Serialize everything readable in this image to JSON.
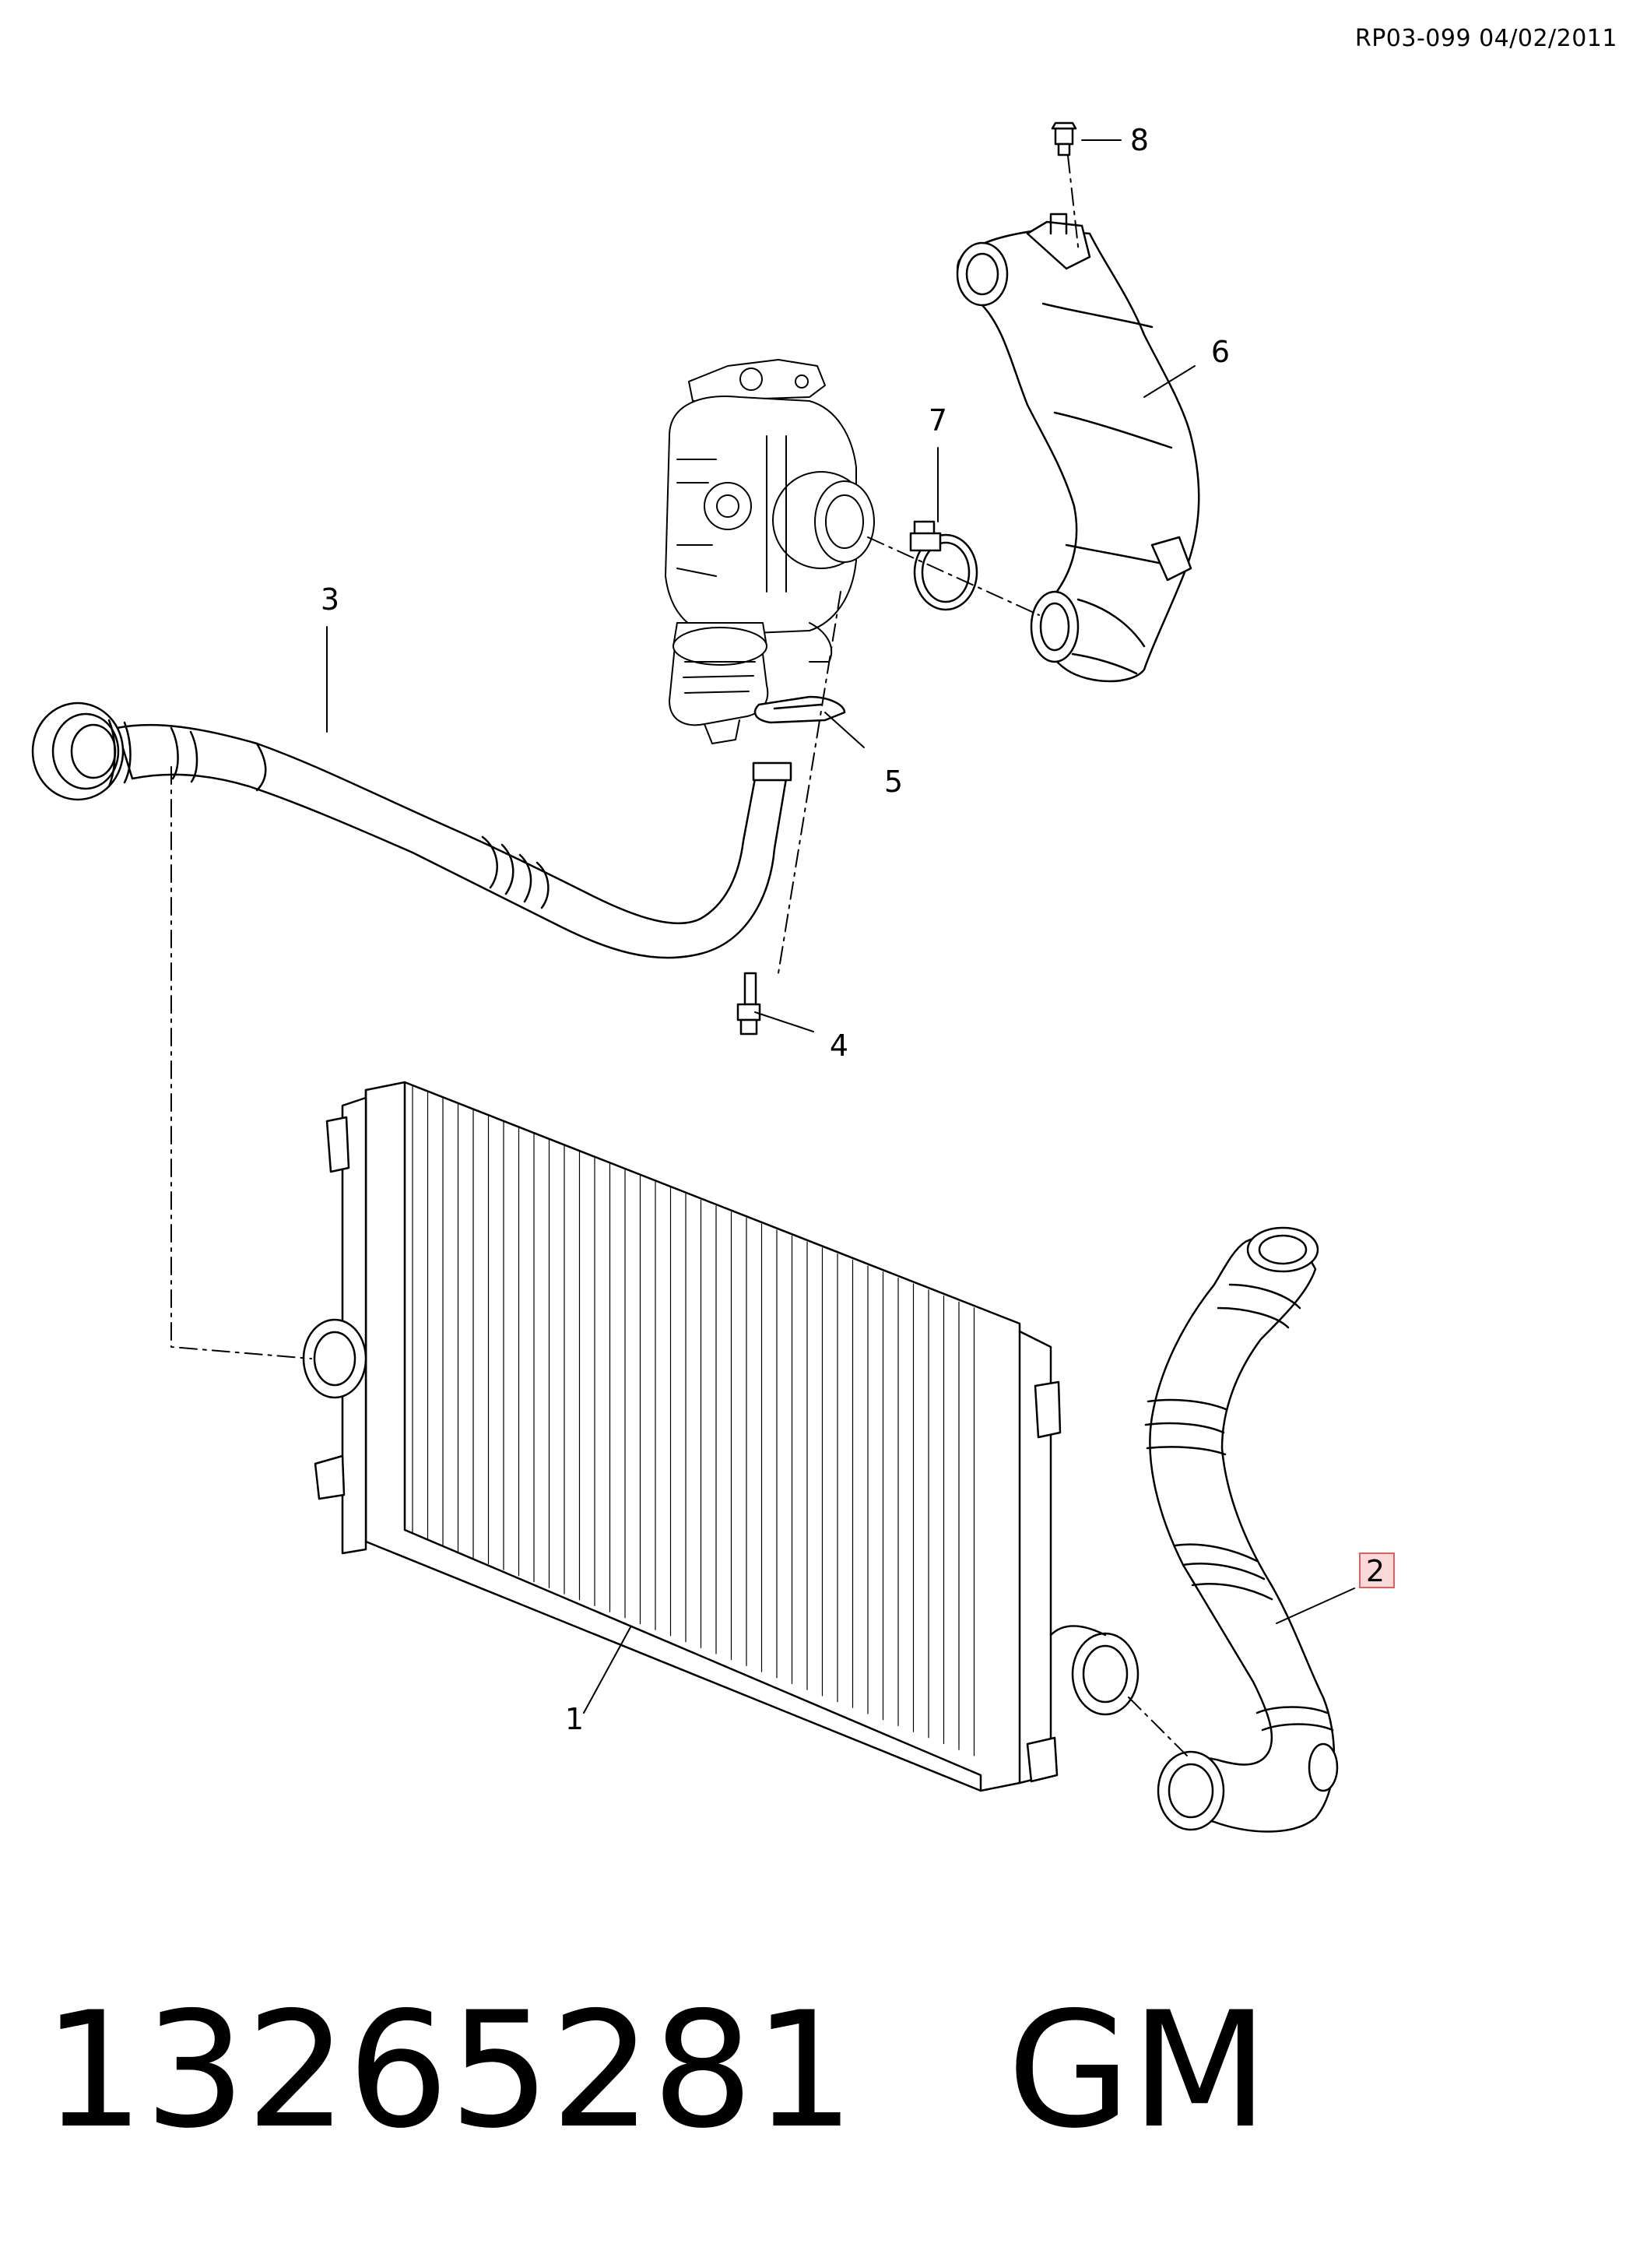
{
  "header": {
    "reference": "RP03-099 04/02/2011"
  },
  "callouts": [
    {
      "id": "1",
      "label": "1"
    },
    {
      "id": "2",
      "label": "2"
    },
    {
      "id": "3",
      "label": "3"
    },
    {
      "id": "4",
      "label": "4"
    },
    {
      "id": "5",
      "label": "5"
    },
    {
      "id": "6",
      "label": "6"
    },
    {
      "id": "7",
      "label": "7"
    },
    {
      "id": "8",
      "label": "8"
    }
  ],
  "highlighted_callout": "2",
  "footer": {
    "part_number": "13265281",
    "brand": "GM"
  },
  "colors": {
    "line": "#000000",
    "highlight": "#f08a8a"
  }
}
